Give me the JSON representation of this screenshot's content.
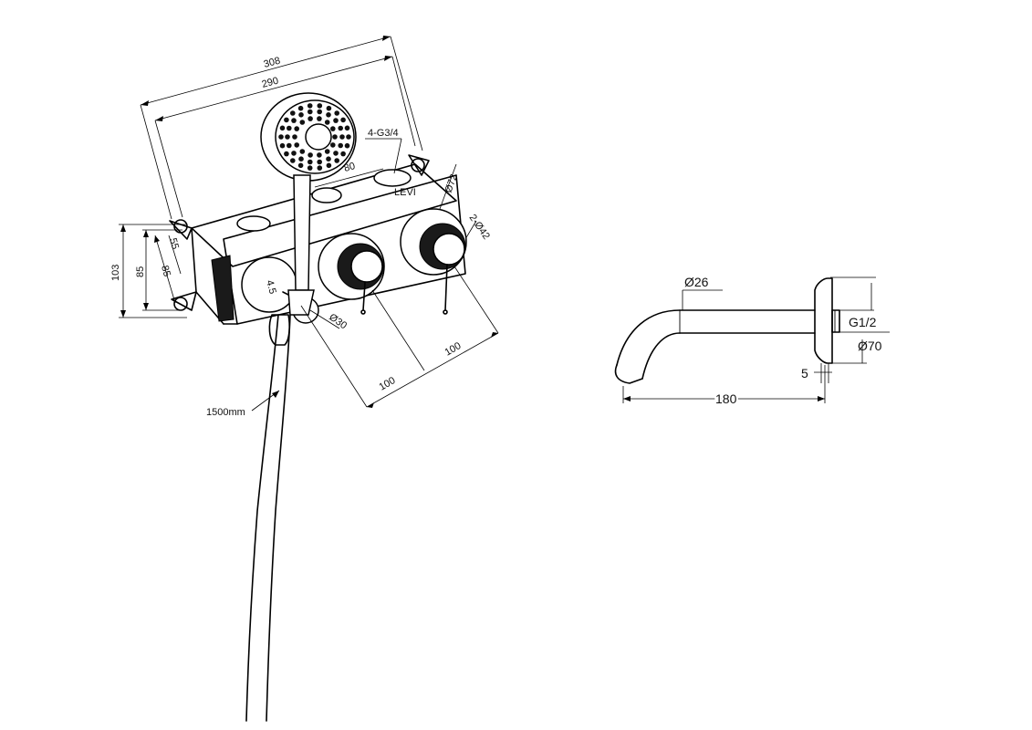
{
  "mixer": {
    "dim_308": "308",
    "dim_290": "290",
    "dim_80": "80",
    "dim_g34": "4-G3/4",
    "dim_d72": "Ø72",
    "dim_d42": "2-Ø42",
    "dim_103": "103",
    "dim_85a": "85",
    "dim_85b": "85",
    "dim_55": "55",
    "dim_45": "4.5",
    "dim_d30": "Ø30",
    "dim_100a": "100",
    "dim_100b": "100",
    "hose": "1500mm"
  },
  "spout": {
    "dim_d26": "Ø26",
    "dim_g12": "G1/2",
    "dim_d70": "Ø70",
    "dim_5": "5",
    "dim_180": "180"
  }
}
